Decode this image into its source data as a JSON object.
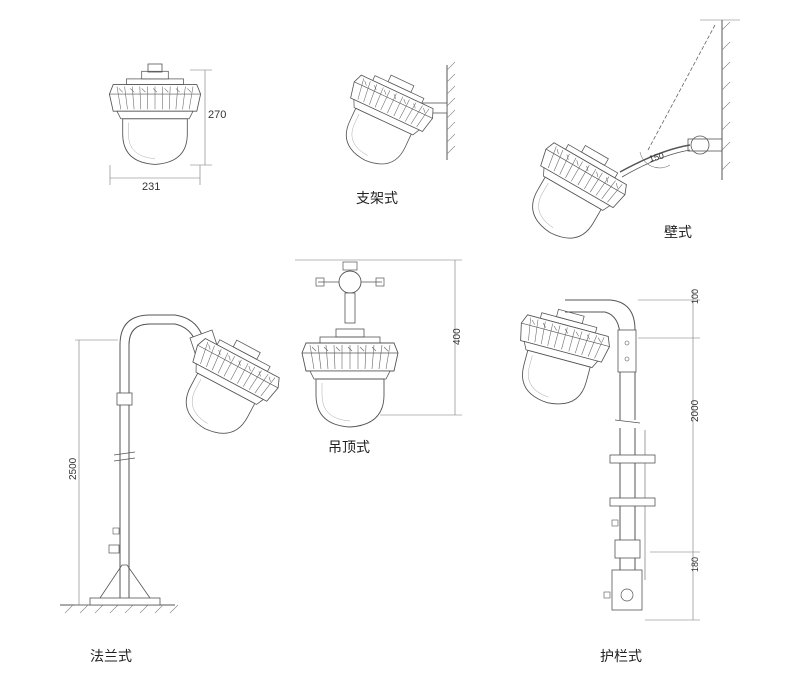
{
  "labels": {
    "bracket": "支架式",
    "wall": "壁式",
    "ceiling": "吊顶式",
    "flange": "法兰式",
    "railing": "护栏式"
  },
  "dimensions": {
    "height": "270",
    "width": "231",
    "wall_angle": "150",
    "ceiling_height": "400",
    "pole_height": "2500",
    "railing_top": "100",
    "railing_pole": "2000",
    "railing_bottom": "180"
  },
  "colors": {
    "line": "#555555",
    "light_line": "#888888",
    "text": "#222222"
  }
}
